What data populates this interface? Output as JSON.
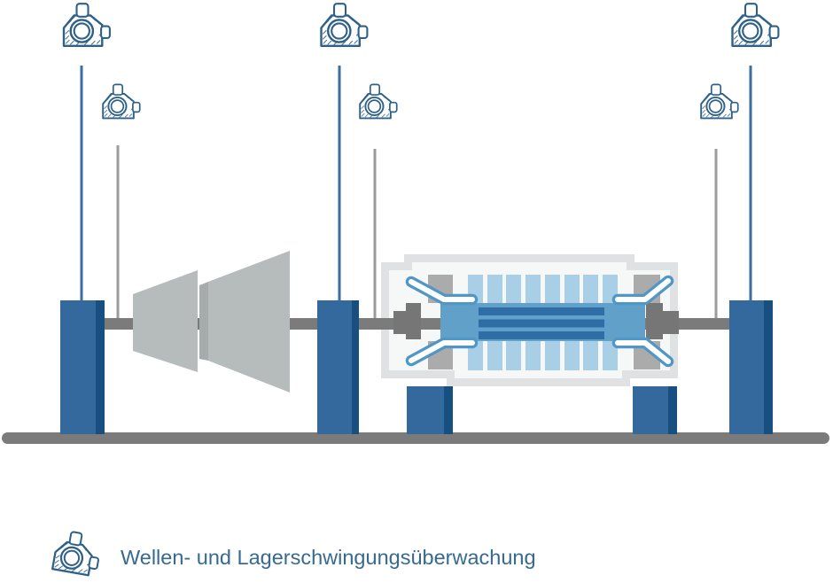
{
  "legend": {
    "label": "Wellen- und Lagerschwingungsüberwachung",
    "icon": "vibration-sensor-icon"
  },
  "diagram": {
    "shaft_sensor_count": 3,
    "bearing_sensor_count": 3,
    "stator_bar_count_per_side": 8
  },
  "icons": {
    "sensor": "vibration-sensor-icon"
  },
  "colors": {
    "background": "#ffffff",
    "sensor_ink": "#2e6088",
    "line_blue": "#3c6f9f",
    "line_gray": "#9b9b9b",
    "pedestal_blue": "#34699e",
    "pedestal_dark": "#174f80",
    "gray_dark": "#7b7b7b",
    "coupling_gray": "#767676",
    "turbine_gray": "#b5bcbb",
    "turbine_strip": "#a6acab",
    "casing_border": "#dfe1e2",
    "casing_inner": "#f6f7f7",
    "block_gray": "#ababab",
    "rotor_blue": "#61a0c9",
    "rotor_dark": "#2e6da6",
    "stator_light": "#a9cfe7",
    "stick_blue": "#4f97c6",
    "text_blue": "#366a90"
  }
}
